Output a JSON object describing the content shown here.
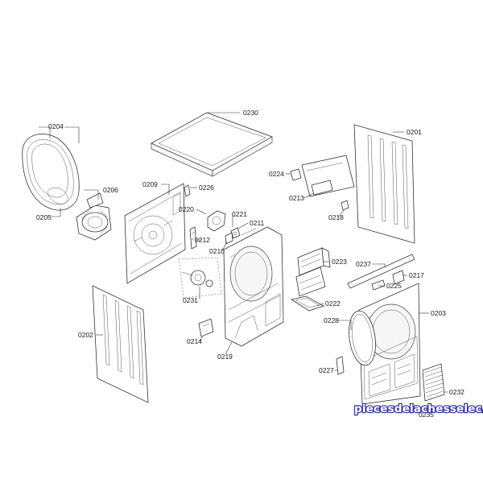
{
  "diagram": {
    "labels": [
      {
        "id": "p0204",
        "text": "0204"
      },
      {
        "id": "p0205",
        "text": "0205"
      },
      {
        "id": "p0206",
        "text": "0206"
      },
      {
        "id": "p0230",
        "text": "0230"
      },
      {
        "id": "p0209",
        "text": "0209"
      },
      {
        "id": "p0226",
        "text": "0226"
      },
      {
        "id": "p0220",
        "text": "0220"
      },
      {
        "id": "p0221",
        "text": "0221"
      },
      {
        "id": "p0211",
        "text": "0211"
      },
      {
        "id": "p0212",
        "text": "0212"
      },
      {
        "id": "p0210",
        "text": "0210"
      },
      {
        "id": "p0224",
        "text": "0224"
      },
      {
        "id": "p0213",
        "text": "0213"
      },
      {
        "id": "p0218",
        "text": "0218"
      },
      {
        "id": "p0201",
        "text": "0201"
      },
      {
        "id": "p0223",
        "text": "0223"
      },
      {
        "id": "p0222",
        "text": "0222"
      },
      {
        "id": "p0237",
        "text": "0237"
      },
      {
        "id": "p0225",
        "text": "0225"
      },
      {
        "id": "p0217",
        "text": "0217"
      },
      {
        "id": "p0203",
        "text": "0203"
      },
      {
        "id": "p0228",
        "text": "0228"
      },
      {
        "id": "p0227",
        "text": "0227"
      },
      {
        "id": "p0232",
        "text": "0232"
      },
      {
        "id": "p0235",
        "text": "0235"
      },
      {
        "id": "p0202",
        "text": "0202"
      },
      {
        "id": "p0231",
        "text": "0231"
      },
      {
        "id": "p0214",
        "text": "0214"
      },
      {
        "id": "p0219",
        "text": "0219"
      }
    ]
  },
  "watermark": {
    "text": "piecesdelachesselec.com"
  }
}
